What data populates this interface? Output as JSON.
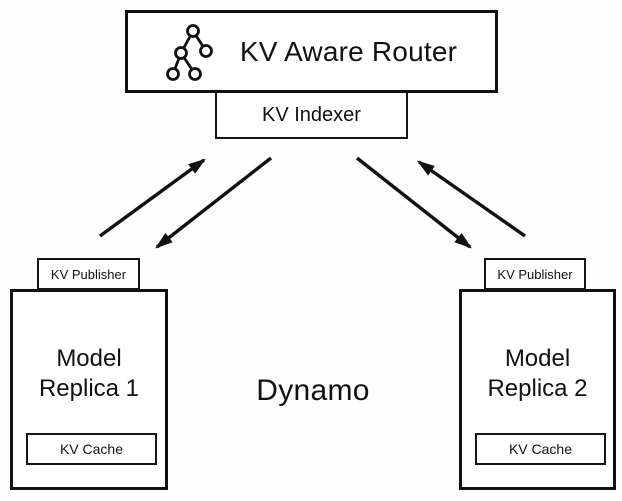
{
  "diagram": {
    "center_label": "Dynamo",
    "router": {
      "label": "KV Aware Router",
      "icon": "tree-topology-icon"
    },
    "indexer": {
      "label": "KV Indexer"
    },
    "replicas": [
      {
        "publisher": "KV Publisher",
        "name": "Model Replica 1",
        "cache": "KV Cache"
      },
      {
        "publisher": "KV Publisher",
        "name": "Model Replica 2",
        "cache": "KV Cache"
      }
    ],
    "colors": {
      "stroke": "#111111",
      "text": "#111111",
      "box_fill": "#ffffff",
      "background": "#fdfdfd"
    }
  }
}
